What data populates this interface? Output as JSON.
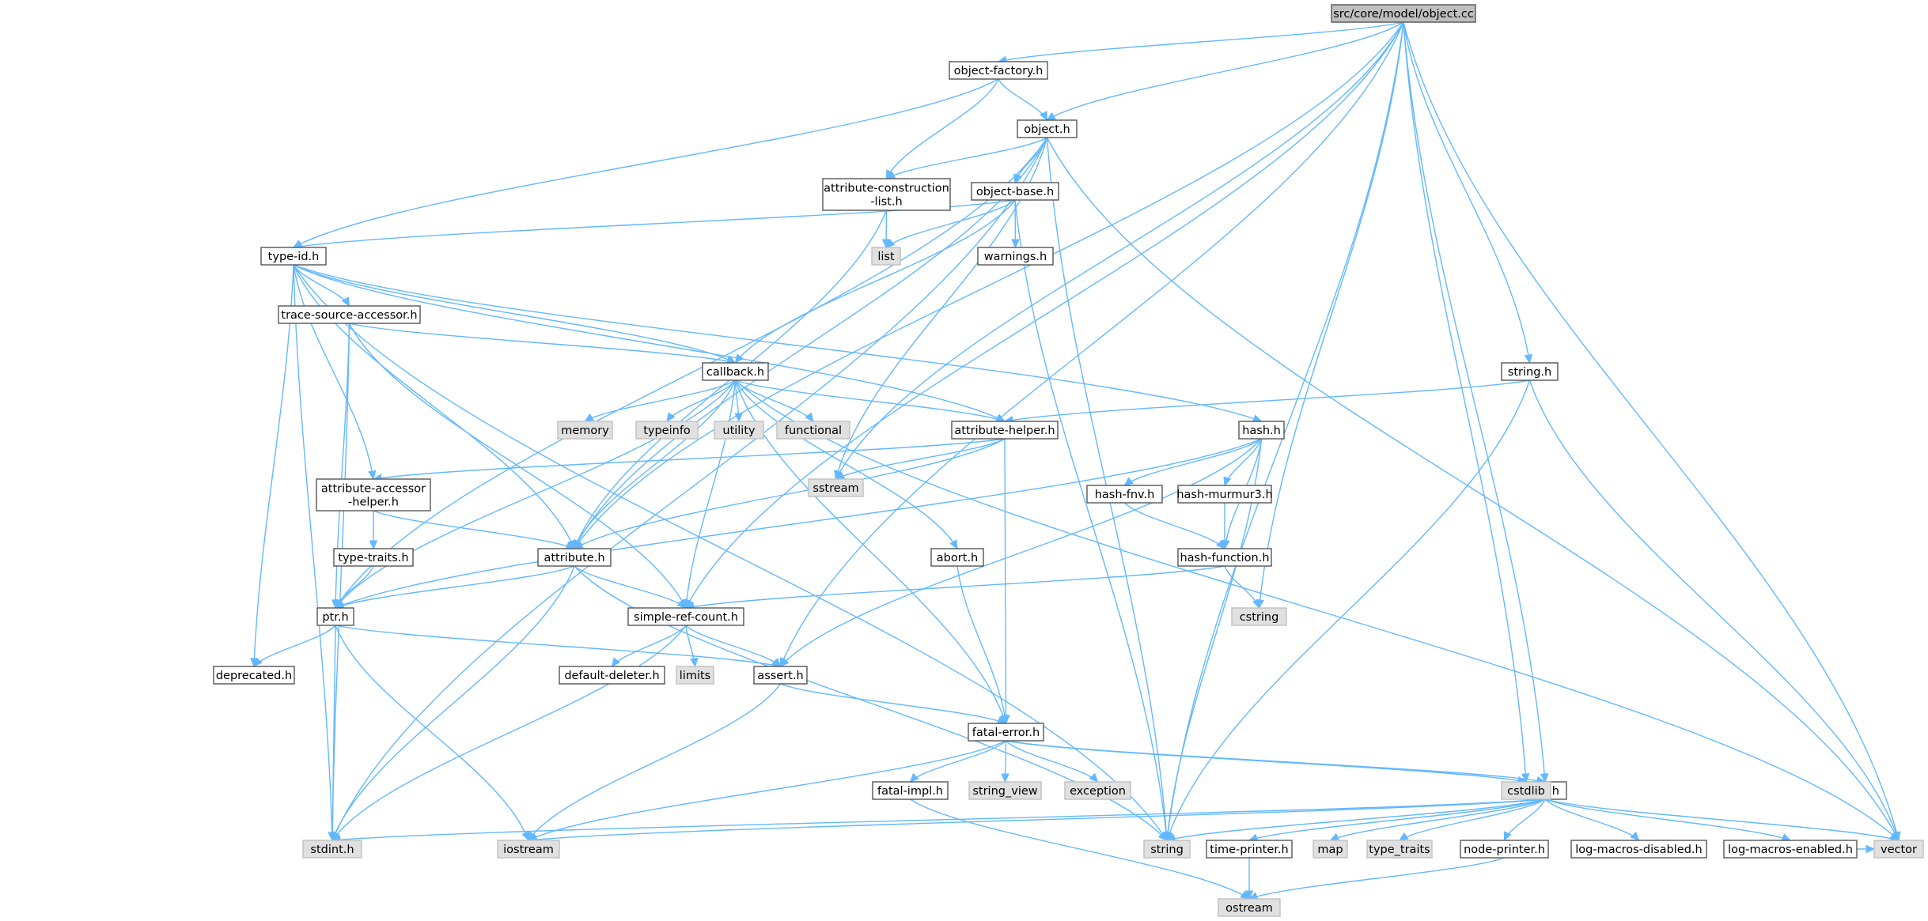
{
  "graph": {
    "title": "src/core/model/object.cc",
    "colors": {
      "edge": "#63b8ff",
      "root_fill": "#bfbfbf",
      "system_fill": "#e0e0e0",
      "file_fill": "#ffffff",
      "border": "#555555"
    },
    "nodes": [
      {
        "id": "root",
        "label": "src/core/model/object.cc",
        "kind": "root"
      },
      {
        "id": "object_factory",
        "label": "object-factory.h",
        "kind": "file"
      },
      {
        "id": "object",
        "label": "object.h",
        "kind": "file"
      },
      {
        "id": "attr_constr",
        "label": "attribute-construction\n-list.h",
        "kind": "file"
      },
      {
        "id": "object_base",
        "label": "object-base.h",
        "kind": "file"
      },
      {
        "id": "list",
        "label": "list",
        "kind": "system"
      },
      {
        "id": "warnings",
        "label": "warnings.h",
        "kind": "file"
      },
      {
        "id": "type_id",
        "label": "type-id.h",
        "kind": "file"
      },
      {
        "id": "trace_src",
        "label": "trace-source-accessor.h",
        "kind": "file"
      },
      {
        "id": "callback",
        "label": "callback.h",
        "kind": "file"
      },
      {
        "id": "memory",
        "label": "memory",
        "kind": "system"
      },
      {
        "id": "typeinfo",
        "label": "typeinfo",
        "kind": "system"
      },
      {
        "id": "utility",
        "label": "utility",
        "kind": "system"
      },
      {
        "id": "functional",
        "label": "functional",
        "kind": "system"
      },
      {
        "id": "attr_helper",
        "label": "attribute-helper.h",
        "kind": "file"
      },
      {
        "id": "sstream",
        "label": "sstream",
        "kind": "system"
      },
      {
        "id": "attr_acc",
        "label": "attribute-accessor\n-helper.h",
        "kind": "file"
      },
      {
        "id": "type_traits_h",
        "label": "type-traits.h",
        "kind": "file"
      },
      {
        "id": "attribute",
        "label": "attribute.h",
        "kind": "file"
      },
      {
        "id": "ptr",
        "label": "ptr.h",
        "kind": "file"
      },
      {
        "id": "deprecated",
        "label": "deprecated.h",
        "kind": "file"
      },
      {
        "id": "simple_ref",
        "label": "simple-ref-count.h",
        "kind": "file"
      },
      {
        "id": "default_del",
        "label": "default-deleter.h",
        "kind": "file"
      },
      {
        "id": "limits",
        "label": "limits",
        "kind": "system"
      },
      {
        "id": "assert",
        "label": "assert.h",
        "kind": "file"
      },
      {
        "id": "abort",
        "label": "abort.h",
        "kind": "file"
      },
      {
        "id": "fatal_error",
        "label": "fatal-error.h",
        "kind": "file"
      },
      {
        "id": "fatal_impl",
        "label": "fatal-impl.h",
        "kind": "file"
      },
      {
        "id": "string_view",
        "label": "string_view",
        "kind": "system"
      },
      {
        "id": "exception",
        "label": "exception",
        "kind": "system"
      },
      {
        "id": "hash",
        "label": "hash.h",
        "kind": "file"
      },
      {
        "id": "hash_fnv",
        "label": "hash-fnv.h",
        "kind": "file"
      },
      {
        "id": "hash_murmur",
        "label": "hash-murmur3.h",
        "kind": "file"
      },
      {
        "id": "hash_function",
        "label": "hash-function.h",
        "kind": "file"
      },
      {
        "id": "cstring",
        "label": "cstring",
        "kind": "system"
      },
      {
        "id": "string_h",
        "label": "string.h",
        "kind": "file"
      },
      {
        "id": "log",
        "label": "log.h",
        "kind": "file"
      },
      {
        "id": "cstdlib",
        "label": "cstdlib",
        "kind": "system"
      },
      {
        "id": "stdint",
        "label": "stdint.h",
        "kind": "system"
      },
      {
        "id": "iostream",
        "label": "iostream",
        "kind": "system"
      },
      {
        "id": "string",
        "label": "string",
        "kind": "system"
      },
      {
        "id": "time_printer",
        "label": "time-printer.h",
        "kind": "file"
      },
      {
        "id": "map",
        "label": "map",
        "kind": "system"
      },
      {
        "id": "type_traits",
        "label": "type_traits",
        "kind": "system"
      },
      {
        "id": "node_printer",
        "label": "node-printer.h",
        "kind": "file"
      },
      {
        "id": "log_dis",
        "label": "log-macros-disabled.h",
        "kind": "file"
      },
      {
        "id": "log_en",
        "label": "log-macros-enabled.h",
        "kind": "file"
      },
      {
        "id": "vector",
        "label": "vector",
        "kind": "system"
      },
      {
        "id": "ostream",
        "label": "ostream",
        "kind": "system"
      }
    ],
    "edges": [
      [
        "root",
        "object_factory"
      ],
      [
        "root",
        "object"
      ],
      [
        "root",
        "attribute"
      ],
      [
        "root",
        "simple_ref"
      ],
      [
        "root",
        "assert"
      ],
      [
        "root",
        "sstream"
      ],
      [
        "root",
        "string"
      ],
      [
        "root",
        "string_h"
      ],
      [
        "root",
        "log"
      ],
      [
        "root",
        "cstring"
      ],
      [
        "root",
        "cstdlib"
      ],
      [
        "root",
        "vector"
      ],
      [
        "object_factory",
        "object"
      ],
      [
        "object_factory",
        "type_id"
      ],
      [
        "object_factory",
        "attr_constr"
      ],
      [
        "object",
        "attr_constr"
      ],
      [
        "object",
        "object_base"
      ],
      [
        "object",
        "ptr"
      ],
      [
        "object",
        "stdint"
      ],
      [
        "object",
        "sstream"
      ],
      [
        "object",
        "string"
      ],
      [
        "object",
        "vector"
      ],
      [
        "object",
        "attribute"
      ],
      [
        "attr_constr",
        "list"
      ],
      [
        "attr_constr",
        "attribute"
      ],
      [
        "object_base",
        "type_id"
      ],
      [
        "object_base",
        "list"
      ],
      [
        "object_base",
        "warnings"
      ],
      [
        "object_base",
        "callback"
      ],
      [
        "object_base",
        "string"
      ],
      [
        "type_id",
        "trace_src"
      ],
      [
        "type_id",
        "callback"
      ],
      [
        "type_id",
        "attr_helper"
      ],
      [
        "type_id",
        "attr_acc"
      ],
      [
        "type_id",
        "hash"
      ],
      [
        "type_id",
        "attribute"
      ],
      [
        "type_id",
        "deprecated"
      ],
      [
        "type_id",
        "stdint"
      ],
      [
        "type_id",
        "string"
      ],
      [
        "trace_src",
        "callback"
      ],
      [
        "trace_src",
        "ptr"
      ],
      [
        "trace_src",
        "simple_ref"
      ],
      [
        "trace_src",
        "stdint"
      ],
      [
        "callback",
        "memory"
      ],
      [
        "callback",
        "typeinfo"
      ],
      [
        "callback",
        "utility"
      ],
      [
        "callback",
        "functional"
      ],
      [
        "callback",
        "attr_helper"
      ],
      [
        "callback",
        "attribute"
      ],
      [
        "callback",
        "ptr"
      ],
      [
        "callback",
        "simple_ref"
      ],
      [
        "callback",
        "fatal_error"
      ],
      [
        "callback",
        "abort"
      ],
      [
        "callback",
        "vector"
      ],
      [
        "attr_helper",
        "attr_acc"
      ],
      [
        "attr_helper",
        "attribute"
      ],
      [
        "attr_helper",
        "sstream"
      ],
      [
        "attr_helper",
        "fatal_error"
      ],
      [
        "attr_acc",
        "attribute"
      ],
      [
        "attr_acc",
        "type_traits_h"
      ],
      [
        "type_traits_h",
        "ptr"
      ],
      [
        "attribute",
        "ptr"
      ],
      [
        "attribute",
        "simple_ref"
      ],
      [
        "attribute",
        "string"
      ],
      [
        "attribute",
        "stdint"
      ],
      [
        "ptr",
        "deprecated"
      ],
      [
        "ptr",
        "assert"
      ],
      [
        "ptr",
        "stdint"
      ],
      [
        "ptr",
        "iostream"
      ],
      [
        "simple_ref",
        "default_del"
      ],
      [
        "simple_ref",
        "limits"
      ],
      [
        "simple_ref",
        "assert"
      ],
      [
        "simple_ref",
        "stdint"
      ],
      [
        "assert",
        "fatal_error"
      ],
      [
        "assert",
        "iostream"
      ],
      [
        "abort",
        "fatal_error"
      ],
      [
        "fatal_error",
        "fatal_impl"
      ],
      [
        "fatal_error",
        "string_view"
      ],
      [
        "fatal_error",
        "exception"
      ],
      [
        "fatal_error",
        "log"
      ],
      [
        "fatal_error",
        "cstdlib"
      ],
      [
        "fatal_error",
        "iostream"
      ],
      [
        "fatal_impl",
        "ostream"
      ],
      [
        "hash",
        "hash_fnv"
      ],
      [
        "hash",
        "hash_murmur"
      ],
      [
        "hash",
        "hash_function"
      ],
      [
        "hash",
        "string"
      ],
      [
        "hash",
        "assert"
      ],
      [
        "hash",
        "ptr"
      ],
      [
        "hash_fnv",
        "hash_function"
      ],
      [
        "hash_murmur",
        "hash_function"
      ],
      [
        "hash_function",
        "cstring"
      ],
      [
        "hash_function",
        "simple_ref"
      ],
      [
        "string_h",
        "attr_helper"
      ],
      [
        "string_h",
        "string"
      ],
      [
        "string_h",
        "vector"
      ],
      [
        "log",
        "stdint"
      ],
      [
        "log",
        "iostream"
      ],
      [
        "log",
        "string"
      ],
      [
        "log",
        "time_printer"
      ],
      [
        "log",
        "map"
      ],
      [
        "log",
        "type_traits"
      ],
      [
        "log",
        "node_printer"
      ],
      [
        "log",
        "log_dis"
      ],
      [
        "log",
        "log_en"
      ],
      [
        "log",
        "vector"
      ],
      [
        "time_printer",
        "ostream"
      ],
      [
        "node_printer",
        "ostream"
      ],
      [
        "log_en",
        "vector"
      ]
    ]
  }
}
